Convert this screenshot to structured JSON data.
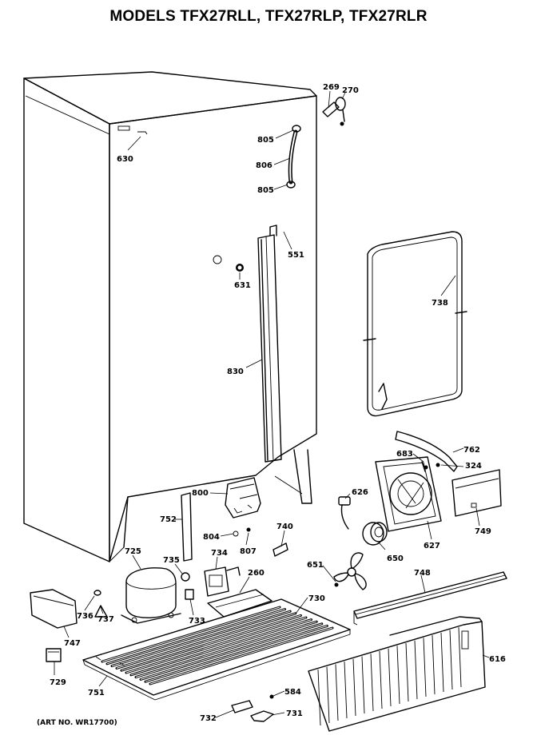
{
  "title": "MODELS TFX27RLL, TFX27RLP, TFX27RLR",
  "art_number": "(ART NO. WR17700)",
  "callouts": [
    {
      "id": "c269",
      "text": "269"
    },
    {
      "id": "c270",
      "text": "270"
    },
    {
      "id": "c805a",
      "text": "805"
    },
    {
      "id": "c806",
      "text": "806"
    },
    {
      "id": "c805b",
      "text": "805"
    },
    {
      "id": "c630",
      "text": "630"
    },
    {
      "id": "c551",
      "text": "551"
    },
    {
      "id": "c631",
      "text": "631"
    },
    {
      "id": "c738",
      "text": "738"
    },
    {
      "id": "c830",
      "text": "830"
    },
    {
      "id": "c762",
      "text": "762"
    },
    {
      "id": "c683",
      "text": "683"
    },
    {
      "id": "c324",
      "text": "324"
    },
    {
      "id": "c800",
      "text": "800"
    },
    {
      "id": "c626",
      "text": "626"
    },
    {
      "id": "c752",
      "text": "752"
    },
    {
      "id": "c740",
      "text": "740"
    },
    {
      "id": "c804",
      "text": "804"
    },
    {
      "id": "c807",
      "text": "807"
    },
    {
      "id": "c749",
      "text": "749"
    },
    {
      "id": "c627",
      "text": "627"
    },
    {
      "id": "c725",
      "text": "725"
    },
    {
      "id": "c735",
      "text": "735"
    },
    {
      "id": "c734",
      "text": "734"
    },
    {
      "id": "c650",
      "text": "650"
    },
    {
      "id": "c651",
      "text": "651"
    },
    {
      "id": "c260",
      "text": "260"
    },
    {
      "id": "c748",
      "text": "748"
    },
    {
      "id": "c730",
      "text": "730"
    },
    {
      "id": "c736",
      "text": "736"
    },
    {
      "id": "c737",
      "text": "737"
    },
    {
      "id": "c733",
      "text": "733"
    },
    {
      "id": "c747",
      "text": "747"
    },
    {
      "id": "c616",
      "text": "616"
    },
    {
      "id": "c729",
      "text": "729"
    },
    {
      "id": "c751",
      "text": "751"
    },
    {
      "id": "c584",
      "text": "584"
    },
    {
      "id": "c732",
      "text": "732"
    },
    {
      "id": "c731",
      "text": "731"
    }
  ]
}
